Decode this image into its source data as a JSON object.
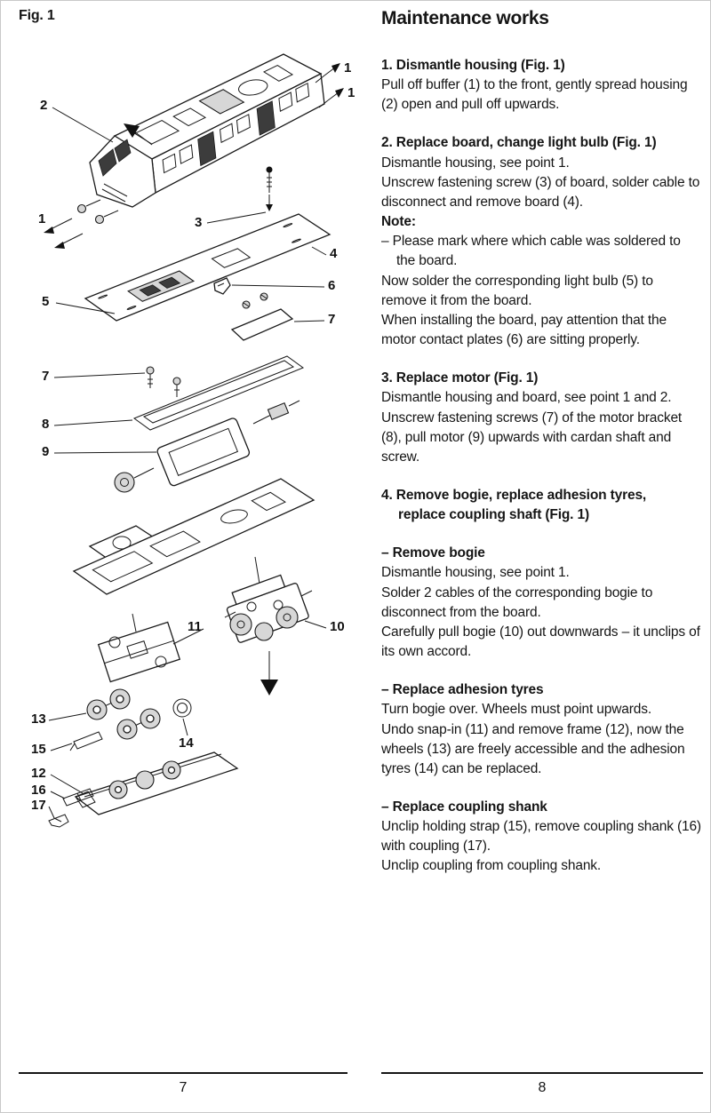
{
  "figure": {
    "label": "Fig. 1",
    "part_labels": {
      "n1_rear_a": "1",
      "n1_rear_b": "1",
      "n2": "2",
      "n1_front": "1",
      "n3": "3",
      "n4": "4",
      "n5": "5",
      "n6": "6",
      "n7_right": "7",
      "n7_left": "7",
      "n8": "8",
      "n9": "9",
      "n10": "10",
      "n11": "11",
      "n12": "12",
      "n13": "13",
      "n14": "14",
      "n15": "15",
      "n16": "16",
      "n17": "17"
    }
  },
  "content": {
    "title": "Maintenance works",
    "sections": [
      {
        "heading": "1. Dismantle housing (Fig. 1)",
        "paras": [
          "Pull off buffer (1) to the front, gently spread housing (2) open and pull off upwards."
        ]
      },
      {
        "heading": "2. Replace board, change light bulb (Fig. 1)",
        "paras": [
          "Dismantle housing, see point 1.",
          "Unscrew fastening screw (3) of board, solder cable to disconnect and remove board (4)."
        ],
        "note_label": "Note:",
        "note_item": "–  Please mark where which cable was soldered to the board.",
        "paras2": [
          "Now solder the corresponding light bulb (5) to remove it from the board.",
          "When installing the board, pay attention that the motor contact plates (6) are sitting properly."
        ]
      },
      {
        "heading": "3. Replace motor (Fig. 1)",
        "paras": [
          "Dismantle housing and board, see point 1 and 2.",
          "Unscrew fastening screws (7) of the motor bracket (8), pull motor (9) upwards with cardan shaft and screw."
        ]
      },
      {
        "heading_line1": "4. Remove bogie, replace adhesion tyres,",
        "heading_line2": "replace coupling shaft (Fig. 1)",
        "subsections": [
          {
            "heading": "–  Remove bogie",
            "paras": [
              "Dismantle housing, see point 1.",
              "Solder 2 cables of the corresponding bogie to disconnect from the board.",
              "Carefully pull bogie (10) out downwards – it unclips of its own accord."
            ]
          },
          {
            "heading": "–  Replace adhesion tyres",
            "paras": [
              "Turn bogie over. Wheels must point upwards.",
              "Undo snap-in (11) and remove frame (12), now the wheels (13) are freely accessible and the adhesion tyres (14) can be replaced."
            ]
          },
          {
            "heading": "–  Replace coupling shank",
            "paras": [
              "Unclip holding strap (15), remove coupling shank (16) with coupling (17).",
              "Unclip coupling from coupling shank."
            ]
          }
        ]
      }
    ]
  },
  "footer": {
    "left_page": "7",
    "right_page": "8"
  }
}
